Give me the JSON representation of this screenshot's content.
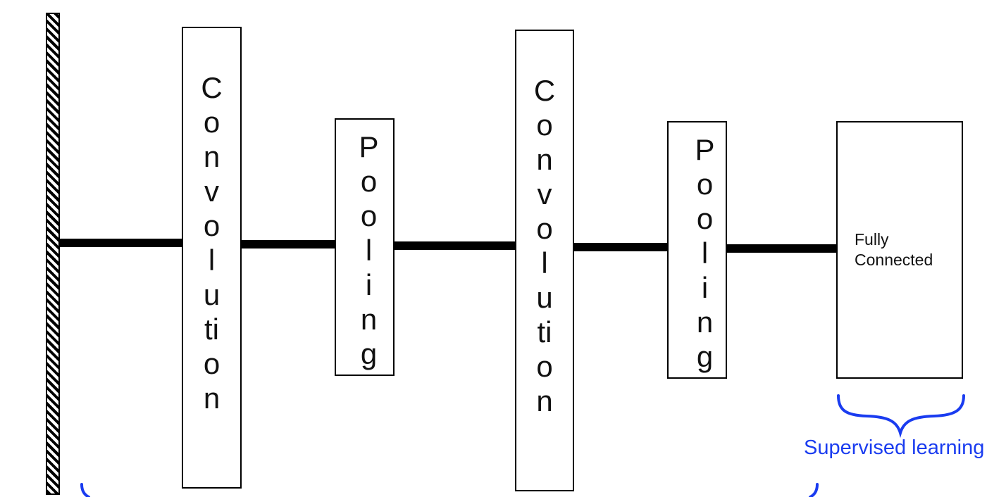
{
  "diagram": {
    "layers": [
      {
        "id": "conv1",
        "label": "Convolution",
        "letters": [
          "C",
          "o",
          "n",
          "v",
          "o",
          "l",
          "u",
          "ti",
          "o",
          "n"
        ]
      },
      {
        "id": "pool1",
        "label": "Pooling",
        "letters": [
          "P",
          "o",
          "o",
          "l",
          "i",
          "n",
          "g"
        ]
      },
      {
        "id": "conv2",
        "label": "Convolution",
        "letters": [
          "C",
          "o",
          "n",
          "v",
          "o",
          "l",
          "u",
          "ti",
          "o",
          "n"
        ]
      },
      {
        "id": "pool2",
        "label": "Pooling",
        "letters": [
          "P",
          "o",
          "o",
          "l",
          "i",
          "n",
          "g"
        ]
      },
      {
        "id": "fc",
        "label_lines": [
          "Fully",
          "Connected"
        ]
      }
    ],
    "annotations": {
      "supervised": "Supervised learning"
    },
    "colors": {
      "annotation": "#1a3cf0",
      "stroke": "#000000"
    }
  }
}
